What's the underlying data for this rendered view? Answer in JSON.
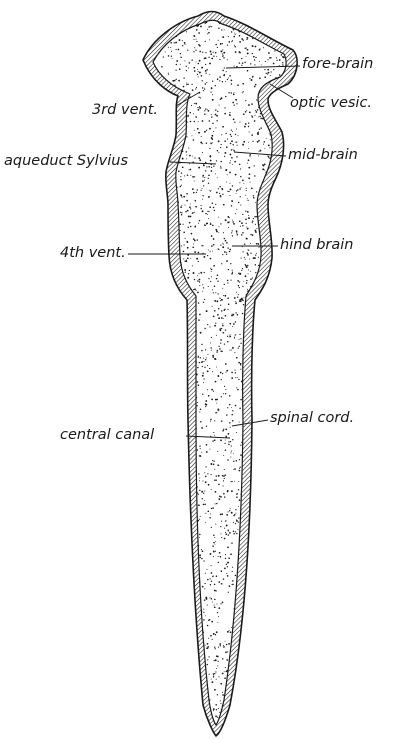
{
  "figure": {
    "labels": {
      "fore_brain": "fore-brain",
      "optic_vesic": "optic vesic.",
      "third_vent": "3rd vent.",
      "aqueduct": "aqueduct Sylvius",
      "mid_brain": "mid-brain",
      "fourth_vent": "4th vent.",
      "hind_brain": "hind brain",
      "spinal_cord": "spinal cord.",
      "central_canal": "central canal"
    },
    "colors": {
      "ink": "#1a1a1a",
      "paper": "#ffffff"
    }
  }
}
